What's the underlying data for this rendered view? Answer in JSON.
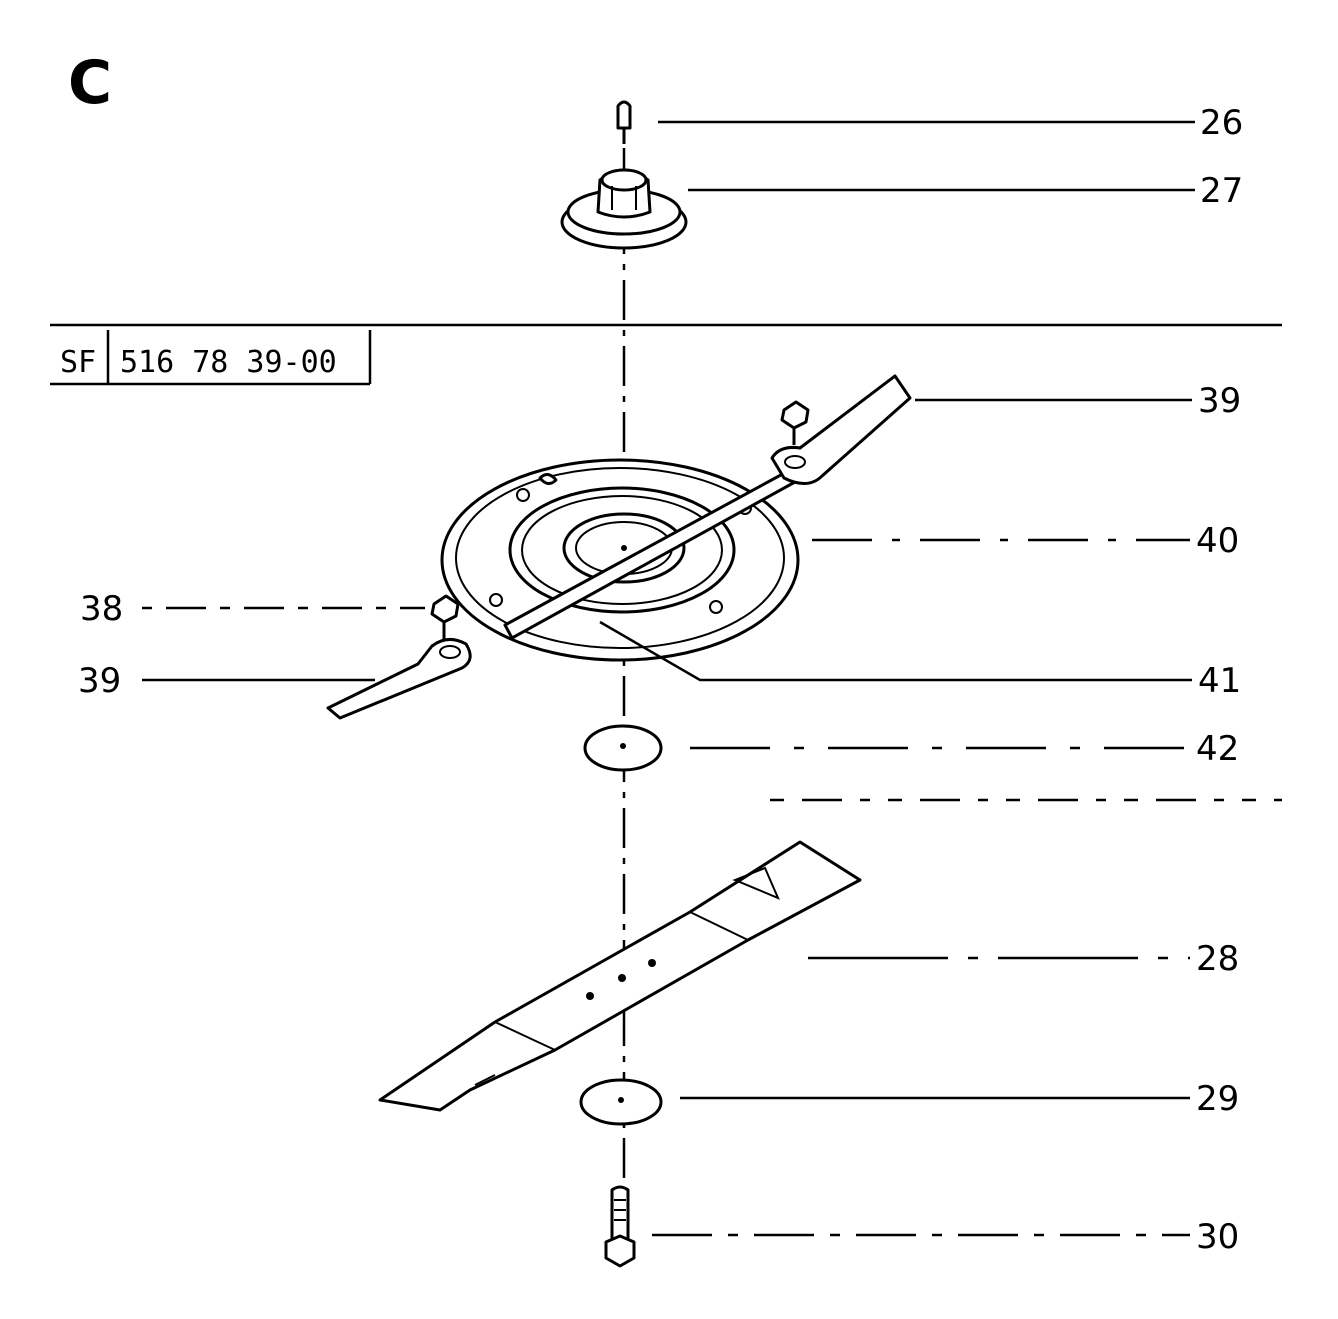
{
  "section_letter": "C",
  "reference": {
    "prefix": "SF",
    "part_number": "516 78 39-00"
  },
  "callouts": [
    {
      "id": "26",
      "label": "26"
    },
    {
      "id": "27",
      "label": "27"
    },
    {
      "id": "39a",
      "label": "39"
    },
    {
      "id": "40",
      "label": "40"
    },
    {
      "id": "38",
      "label": "38"
    },
    {
      "id": "39b",
      "label": "39"
    },
    {
      "id": "41",
      "label": "41"
    },
    {
      "id": "42",
      "label": "42"
    },
    {
      "id": "28",
      "label": "28"
    },
    {
      "id": "29",
      "label": "29"
    },
    {
      "id": "30",
      "label": "30"
    }
  ]
}
